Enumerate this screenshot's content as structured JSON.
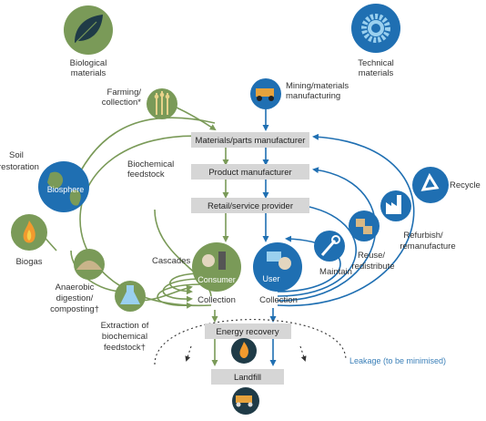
{
  "colors": {
    "green": "#7a9a58",
    "blue": "#1f6fb2",
    "box": "#d6d6d6",
    "dotted": "#333333"
  },
  "top": {
    "biological": [
      "Biological",
      "materials"
    ],
    "technical": [
      "Technical",
      "materials"
    ]
  },
  "left": {
    "farming": [
      "Farming/",
      "collection*"
    ],
    "biochemical_feedstock": [
      "Biochemical",
      "feedstock"
    ],
    "soil_restoration": [
      "Soil",
      "restoration"
    ],
    "biosphere": "Biosphere",
    "biogas": "Biogas",
    "cascades": "Cascades",
    "anaerobic": [
      "Anaerobic",
      "digestion/",
      "composting†"
    ],
    "extraction": [
      "Extraction of",
      "biochemical",
      "feedstock†"
    ]
  },
  "right": {
    "mining": [
      "Mining/materials",
      "manufacturing"
    ],
    "recycle": "Recycle",
    "refurbish": [
      "Refurbish/",
      "remanufacture"
    ],
    "reuse": [
      "Reuse/",
      "redistribute"
    ],
    "maintain": "Maintain"
  },
  "center": {
    "materials_parts": "Materials/parts manufacturer",
    "product_manufacturer": "Product manufacturer",
    "retail": "Retail/service provider",
    "consumer": "Consumer",
    "user": "User",
    "collection_left": "Collection",
    "collection_right": "Collection",
    "energy_recovery": "Energy recovery",
    "landfill": "Landfill",
    "leakage": "Leakage (to be minimised)"
  },
  "icons": [
    "leaf-icon",
    "gear-icon",
    "wheat-icon",
    "mining-truck-icon",
    "globe-icon",
    "flame-icon",
    "compost-icon",
    "flask-icon",
    "wrench-icon",
    "boxes-icon",
    "factory-icon",
    "recycle-icon",
    "consumer-icon",
    "user-icon",
    "fire-icon",
    "landfill-truck-icon"
  ]
}
